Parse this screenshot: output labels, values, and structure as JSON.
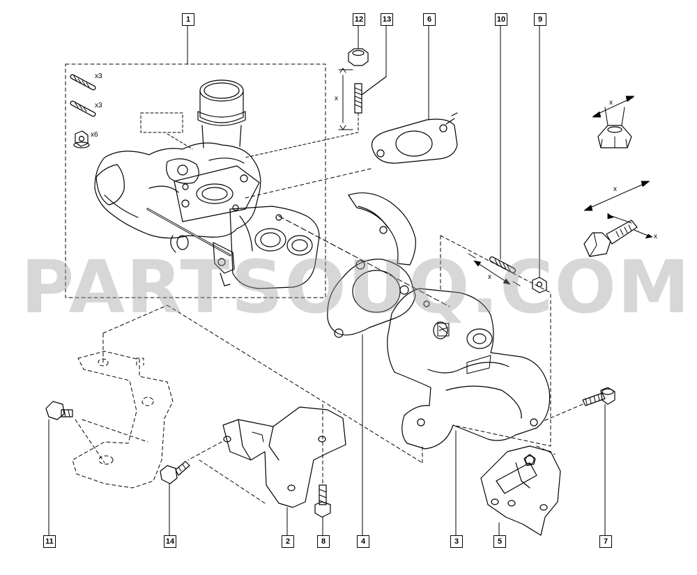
{
  "watermark": "PARTSOUQ.COM",
  "callouts": [
    {
      "id": "c1",
      "label": "1"
    },
    {
      "id": "c2",
      "label": "2"
    },
    {
      "id": "c3",
      "label": "3"
    },
    {
      "id": "c4",
      "label": "4"
    },
    {
      "id": "c5",
      "label": "5"
    },
    {
      "id": "c6",
      "label": "6"
    },
    {
      "id": "c7",
      "label": "7"
    },
    {
      "id": "c8",
      "label": "8"
    },
    {
      "id": "c9",
      "label": "9"
    },
    {
      "id": "c10",
      "label": "10"
    },
    {
      "id": "c11",
      "label": "11"
    },
    {
      "id": "c12",
      "label": "12"
    },
    {
      "id": "c13",
      "label": "13"
    },
    {
      "id": "c14",
      "label": "14"
    }
  ],
  "quantities": {
    "stud_long": "x3",
    "stud_short": "x3",
    "nut": "x6"
  },
  "dimension_label": "x"
}
